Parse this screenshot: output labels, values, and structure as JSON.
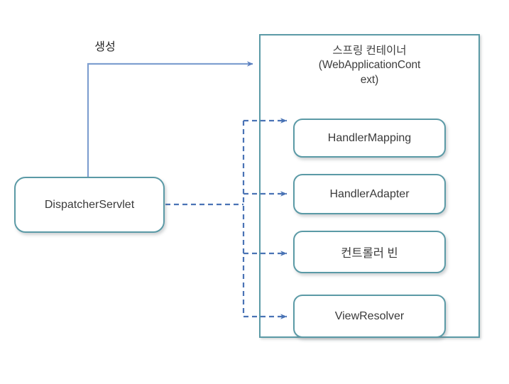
{
  "diagram": {
    "title_hidden": "",
    "container": {
      "title_kr": "스프링 컨테이너",
      "title_en_line1": "(WebApplicationCont",
      "title_en_line2": "ext)",
      "border_color": "#5b9aa6"
    },
    "nodes": {
      "dispatcher": "DispatcherServlet",
      "handler_mapping": "HandlerMapping",
      "handler_adapter": "HandlerAdapter",
      "controller_bean": "컨트롤러 빈",
      "view_resolver": "ViewResolver"
    },
    "edges": {
      "create_label": "생성",
      "solid_color": "#7f9fd0",
      "dashed_color": "#4a73b5"
    }
  }
}
